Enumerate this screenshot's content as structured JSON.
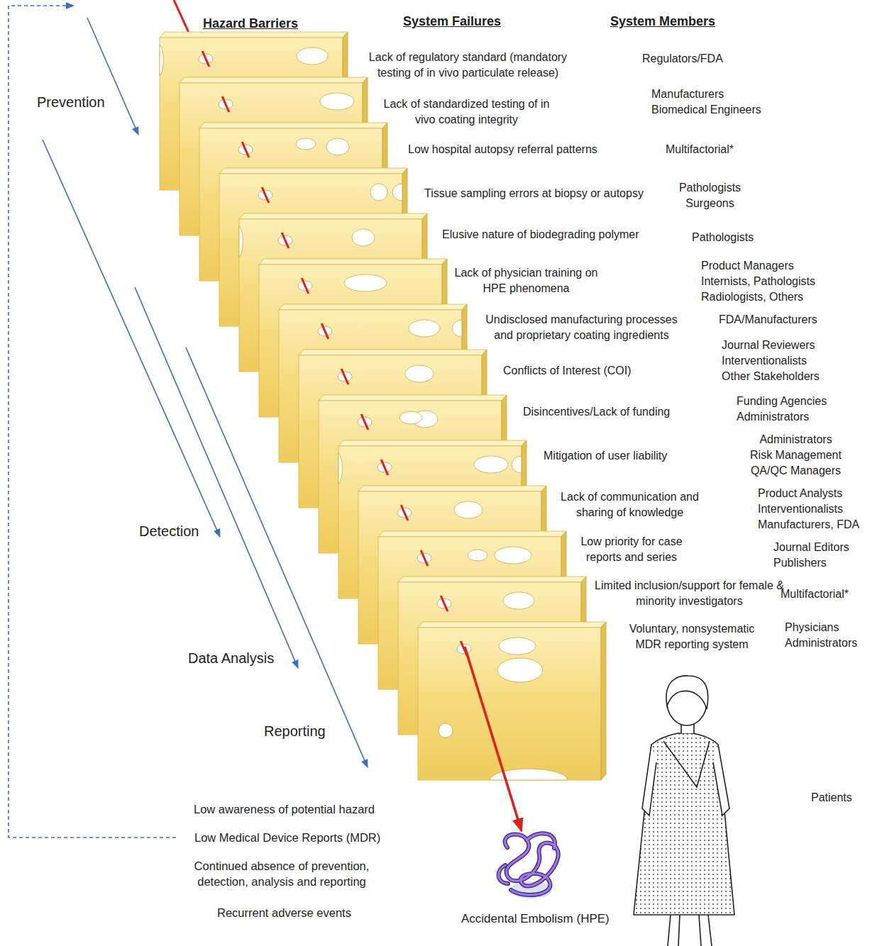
{
  "diagram": {
    "labels": [
      "Hazard Barriers",
      "System Failures",
      "System Members",
      "Prevention",
      "Lack of regulatory standard (mandatory testing of in vivo particulate release)",
      "Regulators/FDA",
      "Lack of standardized testing of in vivo coating integrity",
      "Manufacturers Biomedical Engineers",
      "Low hospital autopsy referral patterns",
      "Multifactorial*",
      "Tissue sampling errors at biopsy or autopsy",
      "Pathologists Surgeons",
      "Elusive nature of biodegrading polymer",
      "Pathologists",
      "Lack of physician training on HPE phenomena",
      "Product Managers Internists, Pathologists Radiologists, Others",
      "Undisclosed manufacturing processes and proprietary coating ingredients",
      "FDA/Manufacturers",
      "Conflicts of Interest (COI)",
      "Journal Reviewers Interventionalists Other Stakeholders",
      "Disincentives/Lack of funding",
      "Funding Agencies Administrators",
      "Mitigation of user liability",
      "Administrators Risk Management QA/QC Managers",
      "Lack of communication and sharing of knowledge",
      "Product Analysts Interventionalists Manufacturers, FDA",
      "Low priority for case reports and series",
      "Journal Editors Publishers",
      "Limited inclusion/support for female & minority investigators",
      "Multifactorial*",
      "Voluntary, nonsystematic MDR reporting system",
      "Physicians Administrators",
      "Detection",
      "Data Analysis",
      "Reporting",
      "Low awareness of potential hazard",
      "Low Medical Device Reports (MDR)",
      "Continued absence of prevention, detection, analysis and reporting",
      "Recurrent adverse events",
      "Accidental Embolism (HPE)",
      "Patients"
    ]
  }
}
